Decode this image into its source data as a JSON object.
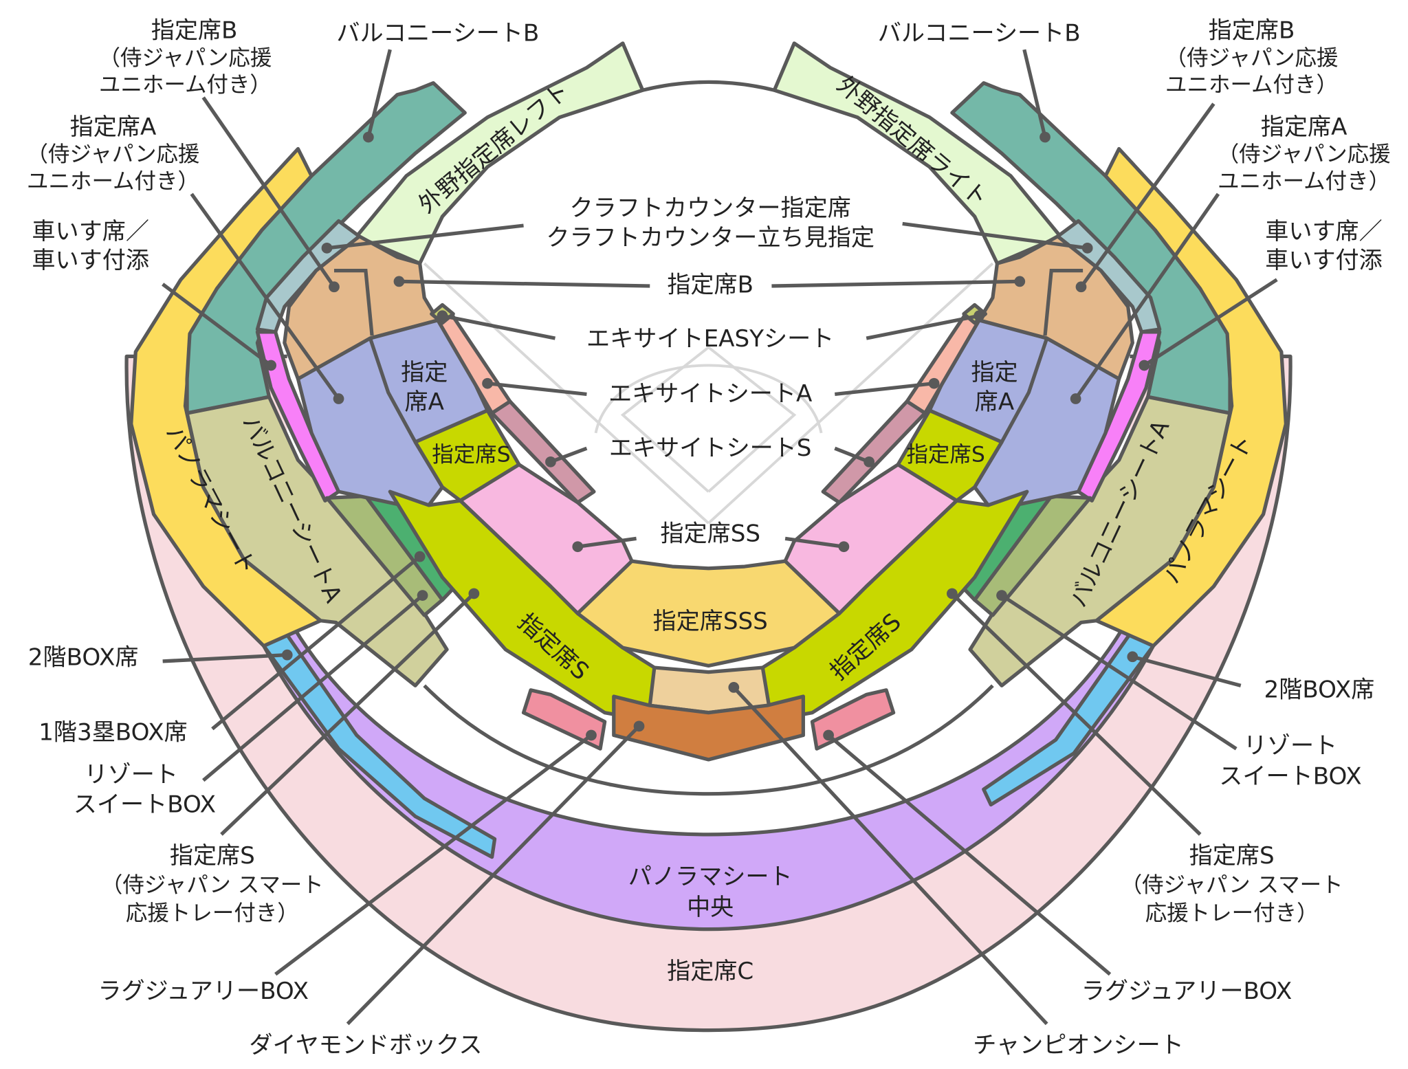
{
  "colors": {
    "outline": "#595959",
    "shitei_c": "#F8DCE0",
    "panorama_center": "#D0A8F8",
    "box_2f": "#70C8F0",
    "panorama": "#FCDC5C",
    "teal_b_samurai": "#74B8A8",
    "balcony_a": "#D0D09C",
    "outfield": "#E4F8D0",
    "craft": "#A8C8CC",
    "wheelchair": "#F880F8",
    "shitei_b": "#E4B98C",
    "shitei_a": "#A8B0E0",
    "excite_a": "#F8B8A8",
    "excite_s": "#D098A8",
    "excite_easy": "#C8D070",
    "shitei_s": "#C8D800",
    "shitei_ss": "#F8B8E0",
    "shitei_sss": "#F8D870",
    "champion": "#EED09C",
    "diamond": "#D07E40",
    "luxury": "#F090A0",
    "resort": "#4CB070",
    "box_1f": "#A8BC78"
  },
  "labels": {
    "left": {
      "shitei_b_samurai": [
        "指定席B",
        "（侍ジャパン応援",
        "ユニホーム付き）"
      ],
      "balcony_b": "バルコニーシートB",
      "shitei_a_samurai": [
        "指定席A",
        "（侍ジャパン応援",
        "ユニホーム付き）"
      ],
      "wheelchair": [
        "車いす席／",
        "車いす付添"
      ],
      "box_2f": "2階BOX席",
      "box_1f_3b": "1階3塁BOX席",
      "resort_suite": [
        "リゾート",
        "スイートBOX"
      ],
      "shitei_s_samurai": [
        "指定席S",
        "（侍ジャパン スマート",
        "応援トレー付き）"
      ],
      "luxury_box": "ラグジュアリーBOX",
      "diamond_box": "ダイヤモンドボックス"
    },
    "right": {
      "balcony_b": "バルコニーシートB",
      "shitei_b_samurai": [
        "指定席B",
        "（侍ジャパン応援",
        "ユニホーム付き）"
      ],
      "shitei_a_samurai": [
        "指定席A",
        "（侍ジャパン応援",
        "ユニホーム付き）"
      ],
      "wheelchair": [
        "車いす席／",
        "車いす付添"
      ],
      "box_2f": "2階BOX席",
      "resort_suite": [
        "リゾート",
        "スイートBOX"
      ],
      "shitei_s_samurai": [
        "指定席S",
        "（侍ジャパン スマート",
        "応援トレー付き）"
      ],
      "luxury_box": "ラグジュアリーBOX",
      "champion": "チャンピオンシート"
    },
    "center": {
      "craft": [
        "クラフトカウンター指定席",
        "クラフトカウンター立ち見指定"
      ],
      "shitei_b": "指定席B",
      "excite_easy": "エキサイトEASYシート",
      "excite_a": "エキサイトシートA",
      "excite_s": "エキサイトシートS",
      "shitei_ss": "指定席SS",
      "shitei_sss": "指定席SSS",
      "panorama_center": [
        "パノラマシート",
        "中央"
      ],
      "shitei_c": "指定席C"
    },
    "inside": {
      "outfield_left": "外野指定席レフト",
      "outfield_right": "外野指定席ライト",
      "panorama": "パノラマシート",
      "balcony_a": "バルコニーシートA",
      "shitei_a": [
        "指定",
        "席A"
      ],
      "shitei_s": "指定席S"
    }
  }
}
